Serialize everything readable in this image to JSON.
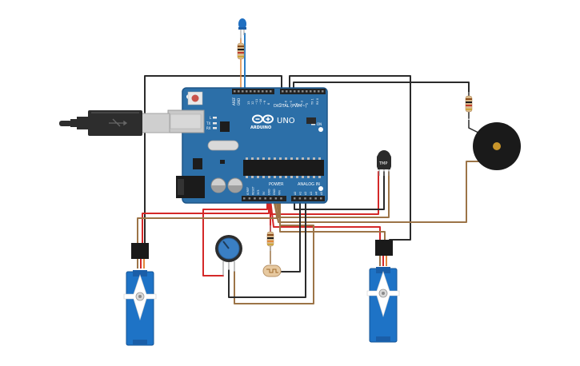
{
  "board": {
    "logo_text": "ARDUINO",
    "model": "UNO",
    "digital_label": "DIGITAL (PWM~)",
    "power_label": "POWER",
    "analog_label": "ANALOG IN",
    "on_label": "ON",
    "tx_label": "TX",
    "rx_label": "RX",
    "l_label": "L",
    "aref_label": "AREF",
    "gnd_label": "GND",
    "top_pin_labels": [
      "13",
      "12",
      "~11",
      "~10",
      "~9",
      "8",
      "7",
      "~6",
      "~5",
      "4",
      "~3",
      "2",
      "TX 1",
      "RX 0"
    ],
    "power_pin_labels": [
      "IOREF",
      "RESET",
      "3V3",
      "5V",
      "GND",
      "GND",
      "VIN"
    ],
    "analog_pin_labels": [
      "A0",
      "A1",
      "A2",
      "A3",
      "A4",
      "A5"
    ]
  },
  "sensor": {
    "label": "TMP"
  },
  "colors": {
    "board": "#2c6fa8",
    "board_dark": "#1f5688",
    "wire_black": "#2b2b2b",
    "wire_red": "#d42828",
    "wire_brown": "#9c7447",
    "wire_blue": "#2a7fc8",
    "wire_orange": "#e1873a",
    "servo_blue": "#1e73c6"
  }
}
